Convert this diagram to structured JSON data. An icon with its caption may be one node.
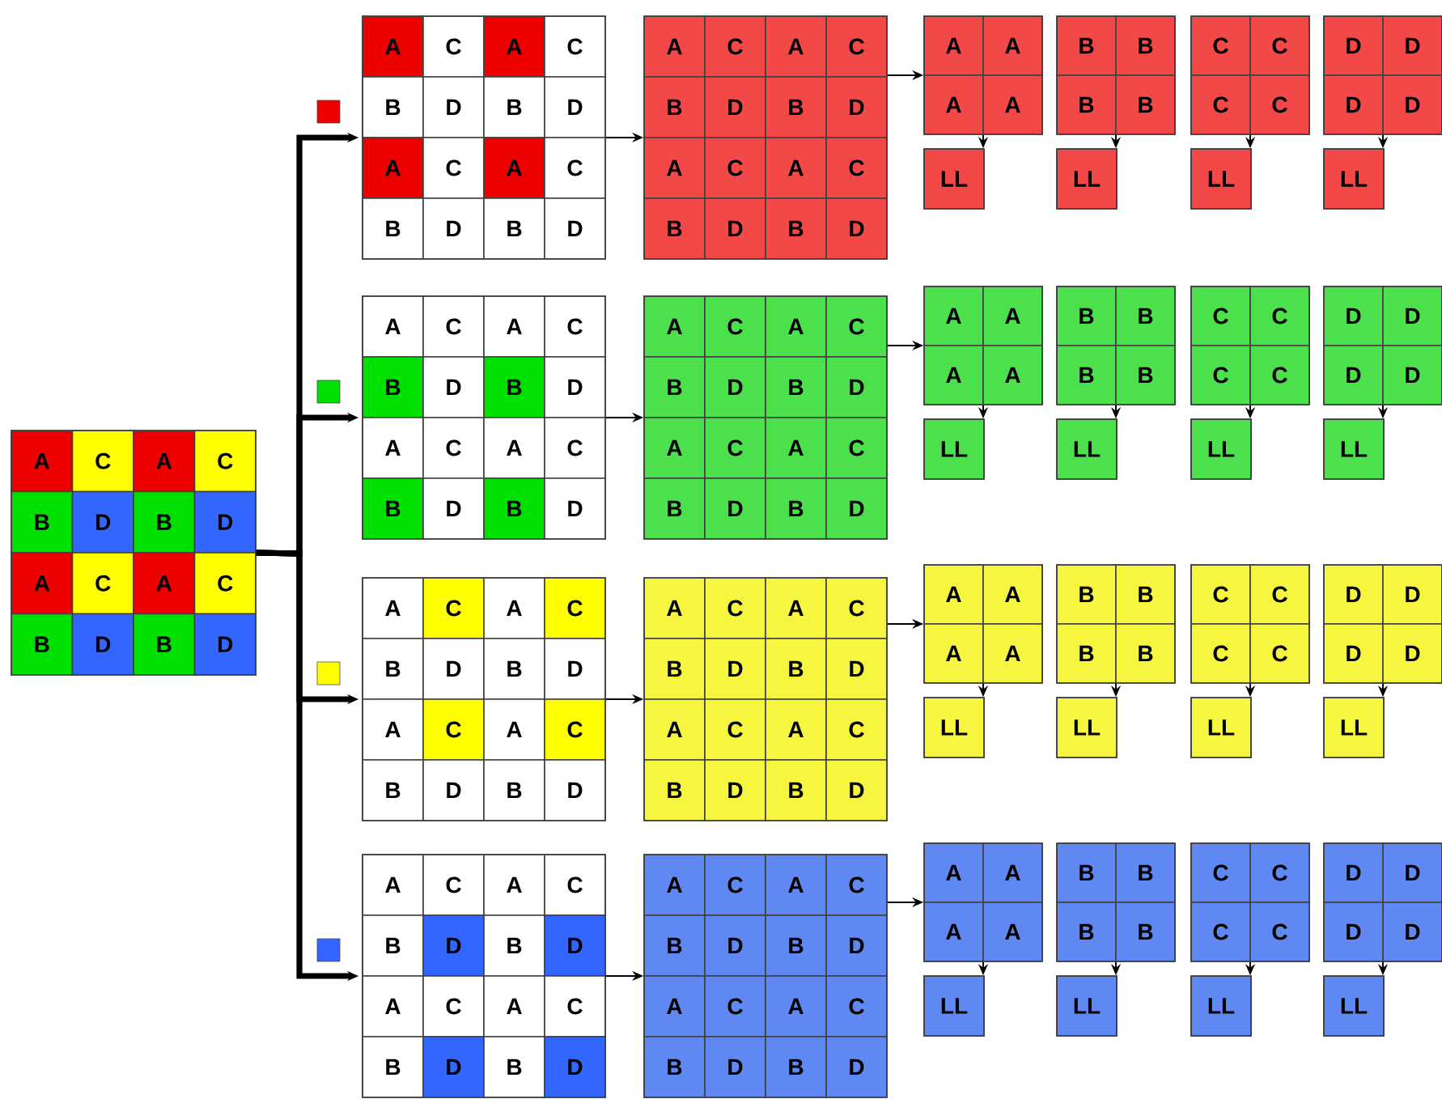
{
  "diagram": {
    "nodes": [
      {
        "text": [
          "A",
          "C",
          "A",
          "C",
          "B",
          "D",
          "B",
          "D",
          "A",
          "C",
          "A",
          "C",
          "B",
          "D",
          "B",
          "D"
        ]
      },
      {
        "text": [
          "A",
          "C",
          "A",
          "C",
          "B",
          "D",
          "B",
          "D",
          "A",
          "C",
          "A",
          "C",
          "B",
          "D",
          "B",
          "D"
        ]
      },
      {
        "text": [
          "A",
          "C",
          "A",
          "C",
          "B",
          "D",
          "B",
          "D",
          "A",
          "C",
          "A",
          "C",
          "B",
          "D",
          "B",
          "D"
        ]
      },
      {
        "text": [
          "A",
          "A",
          "A",
          "A"
        ]
      },
      {
        "text": [
          "LL"
        ]
      },
      {
        "text": [
          "B",
          "B",
          "B",
          "B"
        ]
      },
      {
        "text": [
          "LL"
        ]
      },
      {
        "text": [
          "C",
          "C",
          "C",
          "C"
        ]
      },
      {
        "text": [
          "LL"
        ]
      },
      {
        "text": [
          "D",
          "D",
          "D",
          "D"
        ]
      },
      {
        "text": [
          "LL"
        ]
      },
      {
        "text": [
          "A",
          "C",
          "A",
          "C",
          "B",
          "D",
          "B",
          "D",
          "A",
          "C",
          "A",
          "C",
          "B",
          "D",
          "B",
          "D"
        ]
      },
      {
        "text": [
          "A",
          "C",
          "A",
          "C",
          "B",
          "D",
          "B",
          "D",
          "A",
          "C",
          "A",
          "C",
          "B",
          "D",
          "B",
          "D"
        ]
      },
      {
        "text": [
          "A",
          "A",
          "A",
          "A"
        ]
      },
      {
        "text": [
          "LL"
        ]
      },
      {
        "text": [
          "B",
          "B",
          "B",
          "B"
        ]
      },
      {
        "text": [
          "LL"
        ]
      },
      {
        "text": [
          "C",
          "C",
          "C",
          "C"
        ]
      },
      {
        "text": [
          "LL"
        ]
      },
      {
        "text": [
          "D",
          "D",
          "D",
          "D"
        ]
      },
      {
        "text": [
          "LL"
        ]
      },
      {
        "text": [
          "A",
          "C",
          "A",
          "C",
          "B",
          "D",
          "B",
          "D",
          "A",
          "C",
          "A",
          "C",
          "B",
          "D",
          "B",
          "D"
        ]
      },
      {
        "text": [
          "A",
          "C",
          "A",
          "C",
          "B",
          "D",
          "B",
          "D",
          "A",
          "C",
          "A",
          "C",
          "B",
          "D",
          "B",
          "D"
        ]
      },
      {
        "text": [
          "A",
          "A",
          "A",
          "A"
        ]
      },
      {
        "text": [
          "LL"
        ]
      },
      {
        "text": [
          "B",
          "B",
          "B",
          "B"
        ]
      },
      {
        "text": [
          "LL"
        ]
      },
      {
        "text": [
          "C",
          "C",
          "C",
          "C"
        ]
      },
      {
        "text": [
          "LL"
        ]
      },
      {
        "text": [
          "D",
          "D",
          "D",
          "D"
        ]
      },
      {
        "text": [
          "LL"
        ]
      },
      {
        "text": [
          "A",
          "C",
          "A",
          "C",
          "B",
          "D",
          "B",
          "D",
          "A",
          "C",
          "A",
          "C",
          "B",
          "D",
          "B",
          "D"
        ]
      },
      {
        "text": [
          "A",
          "C",
          "A",
          "C",
          "B",
          "D",
          "B",
          "D",
          "A",
          "C",
          "A",
          "C",
          "B",
          "D",
          "B",
          "D"
        ]
      },
      {
        "text": [
          "A",
          "A",
          "A",
          "A"
        ]
      },
      {
        "text": [
          "LL"
        ]
      },
      {
        "text": [
          "B",
          "B",
          "B",
          "B"
        ]
      },
      {
        "text": [
          "LL"
        ]
      },
      {
        "text": [
          "C",
          "C",
          "C",
          "C"
        ]
      },
      {
        "text": [
          "LL"
        ]
      },
      {
        "text": [
          "D",
          "D",
          "D",
          "D"
        ]
      },
      {
        "text": [
          "LL"
        ]
      }
    ],
    "edges": [
      {
        "from": 0,
        "to": 1,
        "arrow": "to",
        "style": "thick"
      },
      {
        "from": 1,
        "to": 2,
        "arrow": "to"
      },
      {
        "from": 2,
        "to": 3,
        "arrow": "to"
      },
      {
        "from": 3,
        "to": 4,
        "arrow": "to"
      },
      {
        "from": 5,
        "to": 6,
        "arrow": "to"
      },
      {
        "from": 7,
        "to": 8,
        "arrow": "to"
      },
      {
        "from": 9,
        "to": 10,
        "arrow": "to"
      },
      {
        "from": 0,
        "to": 11,
        "arrow": "to",
        "style": "thick"
      },
      {
        "from": 11,
        "to": 12,
        "arrow": "to"
      },
      {
        "from": 12,
        "to": 13,
        "arrow": "to"
      },
      {
        "from": 13,
        "to": 14,
        "arrow": "to"
      },
      {
        "from": 15,
        "to": 16,
        "arrow": "to"
      },
      {
        "from": 17,
        "to": 18,
        "arrow": "to"
      },
      {
        "from": 19,
        "to": 20,
        "arrow": "to"
      },
      {
        "from": 0,
        "to": 21,
        "arrow": "to",
        "style": "thick"
      },
      {
        "from": 21,
        "to": 22,
        "arrow": "to"
      },
      {
        "from": 22,
        "to": 23,
        "arrow": "to"
      },
      {
        "from": 23,
        "to": 24,
        "arrow": "to"
      },
      {
        "from": 25,
        "to": 26,
        "arrow": "to"
      },
      {
        "from": 27,
        "to": 28,
        "arrow": "to"
      },
      {
        "from": 29,
        "to": 30,
        "arrow": "to"
      },
      {
        "from": 0,
        "to": 31,
        "arrow": "to",
        "style": "thick"
      },
      {
        "from": 31,
        "to": 32,
        "arrow": "to"
      },
      {
        "from": 32,
        "to": 33,
        "arrow": "to"
      },
      {
        "from": 33,
        "to": 34,
        "arrow": "to"
      },
      {
        "from": 35,
        "to": 36,
        "arrow": "to"
      },
      {
        "from": 37,
        "to": 38,
        "arrow": "to"
      },
      {
        "from": 39,
        "to": 40,
        "arrow": "to"
      }
    ]
  }
}
